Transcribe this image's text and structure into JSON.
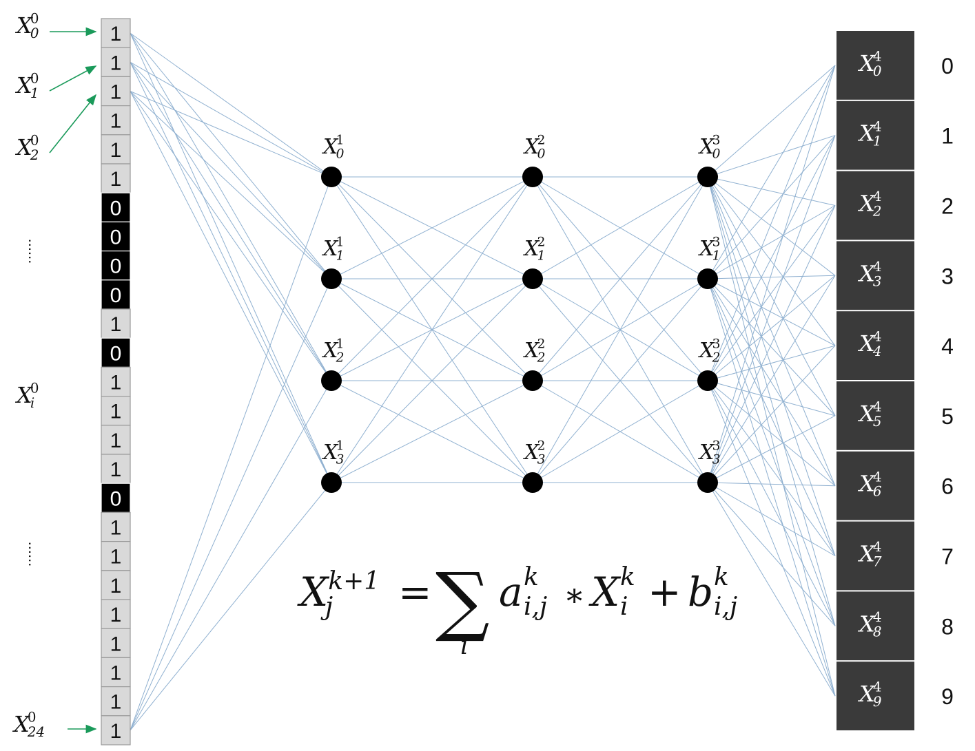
{
  "input_layer": {
    "cells": [
      "1",
      "1",
      "1",
      "1",
      "1",
      "1",
      "0",
      "0",
      "0",
      "0",
      "1",
      "0",
      "1",
      "1",
      "1",
      "1",
      "0",
      "1",
      "1",
      "1",
      "1",
      "1",
      "1",
      "1",
      "1"
    ],
    "on_color": "#d9d9d9",
    "off_color": "#000000",
    "labels": [
      {
        "base": "X",
        "sub": "0",
        "sup": "0"
      },
      {
        "base": "X",
        "sub": "1",
        "sup": "0"
      },
      {
        "base": "X",
        "sub": "2",
        "sup": "0"
      },
      {
        "base": "X",
        "sub": "i",
        "sup": "0"
      },
      {
        "base": "X",
        "sub": "24",
        "sup": "0"
      }
    ],
    "ellipsis": "......",
    "arrow_color": "#1a9a5a"
  },
  "hidden_layers": [
    {
      "sup": "1",
      "nodes": [
        "0",
        "1",
        "2",
        "3"
      ]
    },
    {
      "sup": "2",
      "nodes": [
        "0",
        "1",
        "2",
        "3"
      ]
    },
    {
      "sup": "3",
      "nodes": [
        "0",
        "1",
        "2",
        "3"
      ]
    }
  ],
  "output_layer": {
    "sup": "4",
    "nodes": [
      "0",
      "1",
      "2",
      "3",
      "4",
      "5",
      "6",
      "7",
      "8",
      "9"
    ],
    "digits": [
      "0",
      "1",
      "2",
      "3",
      "4",
      "5",
      "6",
      "7",
      "8",
      "9"
    ],
    "box_color": "#3a3a3a"
  },
  "connection_color": "#8fb0d0",
  "formula": {
    "lhs_base": "X",
    "lhs_sub": "j",
    "lhs_sup": "k+1",
    "equals": "=",
    "sum_symbol": "∑",
    "sum_index": "i",
    "coef_base": "a",
    "coef_sup": "k",
    "coef_sub": "i,j",
    "times": "∗",
    "term_base": "X",
    "term_sup": "k",
    "term_sub": "i",
    "plus": "+",
    "bias_base": "b",
    "bias_sup": "k",
    "bias_sub": "i,j"
  }
}
